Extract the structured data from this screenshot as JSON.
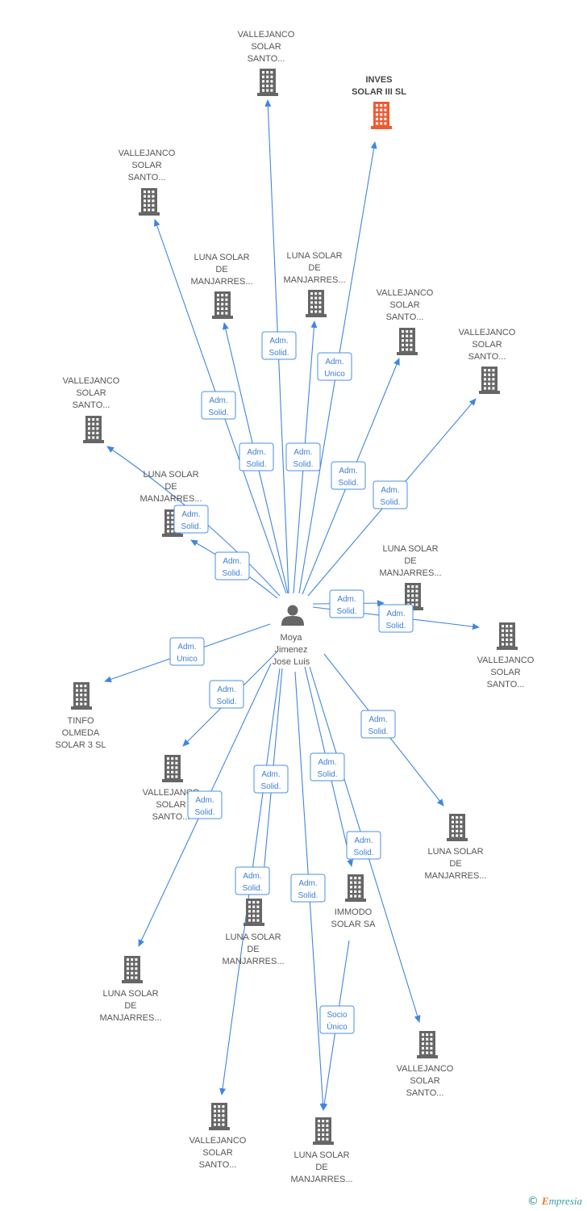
{
  "colors": {
    "edge": "#3f86e0",
    "company": "#666666",
    "highlight_company": "#f05a30",
    "person": "#666666"
  },
  "person": {
    "name_lines": [
      "Moya",
      "Jimenez",
      "Jose Luis"
    ],
    "icon": "person-icon"
  },
  "companies": [
    {
      "id": "c1",
      "lines": [
        "VALLEJANCO",
        "SOLAR",
        "SANTO..."
      ],
      "icon": "building-icon",
      "highlight": false
    },
    {
      "id": "c2",
      "lines": [
        "INVES",
        "SOLAR III SL"
      ],
      "icon": "building-icon",
      "highlight": true
    },
    {
      "id": "c3",
      "lines": [
        "VALLEJANCO",
        "SOLAR",
        "SANTO..."
      ],
      "icon": "building-icon",
      "highlight": false
    },
    {
      "id": "c4",
      "lines": [
        "LUNA SOLAR",
        "DE",
        "MANJARRES..."
      ],
      "icon": "building-icon",
      "highlight": false
    },
    {
      "id": "c5",
      "lines": [
        "LUNA SOLAR",
        "DE",
        "MANJARRES..."
      ],
      "icon": "building-icon",
      "highlight": false
    },
    {
      "id": "c6",
      "lines": [
        "VALLEJANCO",
        "SOLAR",
        "SANTO..."
      ],
      "icon": "building-icon",
      "highlight": false
    },
    {
      "id": "c7",
      "lines": [
        "VALLEJANCO",
        "SOLAR",
        "SANTO..."
      ],
      "icon": "building-icon",
      "highlight": false
    },
    {
      "id": "c8",
      "lines": [
        "VALLEJANCO",
        "SOLAR",
        "SANTO..."
      ],
      "icon": "building-icon",
      "highlight": false
    },
    {
      "id": "c9",
      "lines": [
        "LUNA SOLAR",
        "DE",
        "MANJARRES..."
      ],
      "icon": "building-icon",
      "highlight": false
    },
    {
      "id": "c10",
      "lines": [
        "LUNA SOLAR",
        "DE",
        "MANJARRES..."
      ],
      "icon": "building-icon",
      "highlight": false
    },
    {
      "id": "c11",
      "lines": [
        "VALLEJANCO",
        "SOLAR",
        "SANTO..."
      ],
      "icon": "building-icon",
      "highlight": false
    },
    {
      "id": "c12",
      "lines": [
        "TINFO",
        "OLMEDA",
        "SOLAR 3 SL"
      ],
      "icon": "building-icon",
      "highlight": false
    },
    {
      "id": "c13",
      "lines": [
        "VALLEJANCO",
        "SOLAR",
        "SANTO..."
      ],
      "icon": "building-icon",
      "highlight": false
    },
    {
      "id": "c14",
      "lines": [
        "LUNA SOLAR",
        "DE",
        "MANJARRES..."
      ],
      "icon": "building-icon",
      "highlight": false
    },
    {
      "id": "c15",
      "lines": [
        "IMMODO",
        "SOLAR SA"
      ],
      "icon": "building-icon",
      "highlight": false
    },
    {
      "id": "c16",
      "lines": [
        "LUNA SOLAR",
        "DE",
        "MANJARRES..."
      ],
      "icon": "building-icon",
      "highlight": false
    },
    {
      "id": "c17",
      "lines": [
        "LUNA SOLAR",
        "DE",
        "MANJARRES..."
      ],
      "icon": "building-icon",
      "highlight": false
    },
    {
      "id": "c18",
      "lines": [
        "VALLEJANCO",
        "SOLAR",
        "SANTO..."
      ],
      "icon": "building-icon",
      "highlight": false
    },
    {
      "id": "c19",
      "lines": [
        "VALLEJANCO",
        "SOLAR",
        "SANTO..."
      ],
      "icon": "building-icon",
      "highlight": false
    },
    {
      "id": "c20",
      "lines": [
        "LUNA SOLAR",
        "DE",
        "MANJARRES..."
      ],
      "icon": "building-icon",
      "highlight": false
    }
  ],
  "edges": [
    {
      "from": "person",
      "to": "c1",
      "label": [
        "Adm.",
        "Solid."
      ]
    },
    {
      "from": "person",
      "to": "c2",
      "label": [
        "Adm.",
        "Unico"
      ]
    },
    {
      "from": "person",
      "to": "c3",
      "label": [
        "Adm.",
        "Solid."
      ]
    },
    {
      "from": "person",
      "to": "c4",
      "label": [
        "Adm.",
        "Solid."
      ]
    },
    {
      "from": "person",
      "to": "c5",
      "label": [
        "Adm.",
        "Solid."
      ]
    },
    {
      "from": "person",
      "to": "c6",
      "label": [
        "Adm.",
        "Solid."
      ]
    },
    {
      "from": "person",
      "to": "c7",
      "label": [
        "Adm.",
        "Solid."
      ]
    },
    {
      "from": "person",
      "to": "c8",
      "label": [
        "Adm.",
        "Solid."
      ]
    },
    {
      "from": "person",
      "to": "c9",
      "label": [
        "Adm.",
        "Solid."
      ]
    },
    {
      "from": "person",
      "to": "c10",
      "label": [
        "Adm.",
        "Solid."
      ]
    },
    {
      "from": "person",
      "to": "c11",
      "label": [
        "Adm.",
        "Solid."
      ]
    },
    {
      "from": "person",
      "to": "c12",
      "label": [
        "Adm.",
        "Unico"
      ]
    },
    {
      "from": "person",
      "to": "c13",
      "label": [
        "Adm.",
        "Solid."
      ]
    },
    {
      "from": "person",
      "to": "c14",
      "label": [
        "Adm.",
        "Solid."
      ]
    },
    {
      "from": "person",
      "to": "c15",
      "label": [
        "Adm.",
        "Solid."
      ]
    },
    {
      "from": "person",
      "to": "c16",
      "label": [
        "Adm.",
        "Solid."
      ]
    },
    {
      "from": "person",
      "to": "c17",
      "label": [
        "Adm.",
        "Solid."
      ]
    },
    {
      "from": "person",
      "to": "c18",
      "label": [
        "Adm.",
        "Solid."
      ]
    },
    {
      "from": "person",
      "to": "c19",
      "label": [
        "Adm.",
        "Solid."
      ]
    },
    {
      "from": "person",
      "to": "c20",
      "label": [
        "Adm.",
        "Solid."
      ]
    },
    {
      "from": "c15",
      "to": "c20",
      "label": [
        "Socio",
        "Único"
      ]
    }
  ],
  "footer": {
    "copyright": "©",
    "brand_initial": "E",
    "brand_rest": "mpresia"
  }
}
